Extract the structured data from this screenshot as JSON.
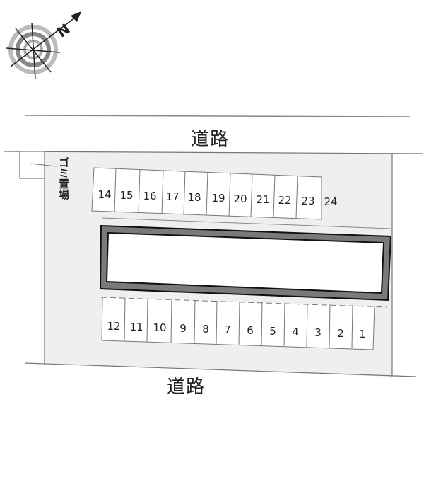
{
  "compass": {
    "icon": "north-arrow-compass",
    "label": "N"
  },
  "roads": {
    "top_label": "道路",
    "bottom_label": "道路"
  },
  "trash_area": {
    "label": "ゴミ置場"
  },
  "building": {
    "label": ""
  },
  "parking": {
    "top_row": [
      "14",
      "15",
      "16",
      "17",
      "18",
      "19",
      "20",
      "21",
      "22",
      "23",
      "24"
    ],
    "bottom_row": [
      "12",
      "11",
      "10",
      "9",
      "8",
      "7",
      "6",
      "5",
      "4",
      "3",
      "2",
      "1"
    ]
  },
  "colors": {
    "lot_fill": "#efefef",
    "stall_fill": "#ffffff",
    "line": "#555555",
    "building_border": "#7a7a7a",
    "building_outline": "#111111"
  }
}
